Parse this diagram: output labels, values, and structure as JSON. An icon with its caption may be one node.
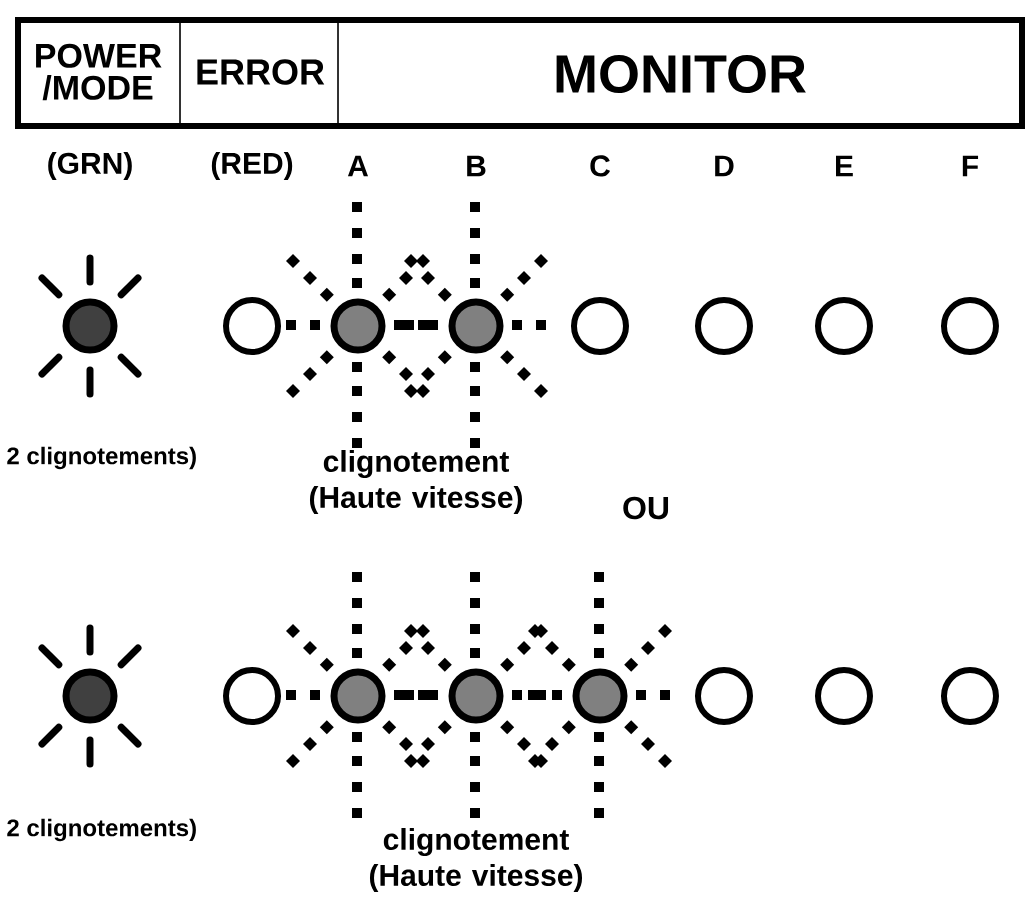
{
  "diagram": {
    "nodes": [
      {
        "text": [
          "POWER /MODE"
        ]
      },
      {
        "text": [
          "ERROR"
        ]
      },
      {
        "text": [
          "MONITOR"
        ]
      }
    ],
    "edges": [],
    "labels": [
      "(GRN)",
      "(RED)",
      "A",
      "B",
      "C",
      "D",
      "E",
      "F",
      "2 clignotements)",
      "clignotement (Haute vitesse)",
      "OU",
      "2 clignotements)",
      "clignotement (Haute vitesse)"
    ]
  }
}
